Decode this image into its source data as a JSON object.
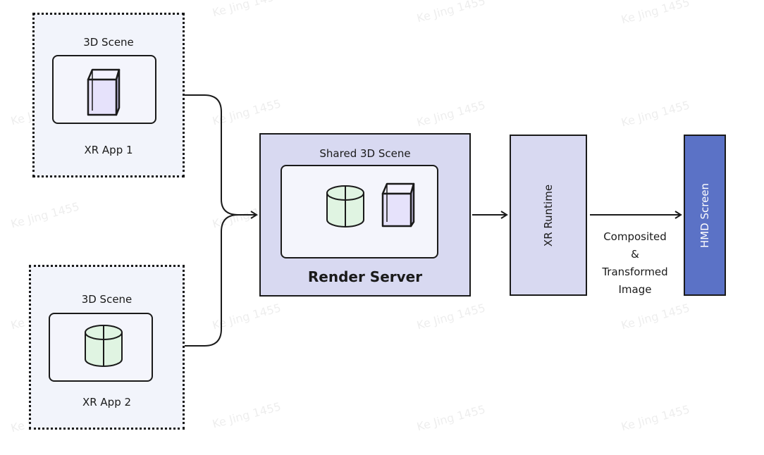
{
  "app1": {
    "scene_label": "3D Scene",
    "app_label": "XR App 1"
  },
  "app2": {
    "scene_label": "3D Scene",
    "app_label": "XR App 2"
  },
  "render_server": {
    "scene_label": "Shared 3D Scene",
    "label": "Render Server"
  },
  "xr_runtime": {
    "label": "XR Runtime"
  },
  "output_caption": {
    "line1": "Composited",
    "line2": "&",
    "line3": "Transformed",
    "line4": "Image"
  },
  "hmd": {
    "label": "HMD Screen"
  },
  "watermark": "Ke Jing 1455",
  "colors": {
    "app_fill": "#f2f4fb",
    "render_fill": "#d8d9f1",
    "hmd_fill": "#5b72c6",
    "cube_fill": "#e6e2fb",
    "cylinder_fill": "#e0f4e2",
    "stroke": "#1a1a1a"
  },
  "icons": [
    "cube-icon",
    "cylinder-icon",
    "arrow-right-icon"
  ]
}
